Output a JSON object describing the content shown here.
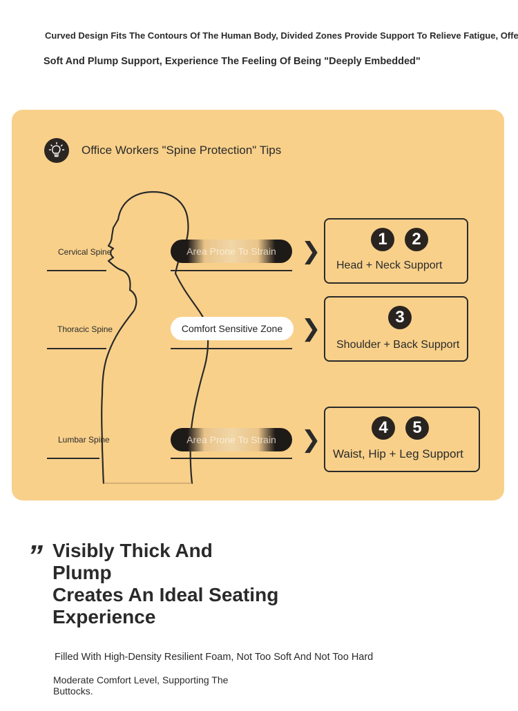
{
  "intro": {
    "line1": "Curved Design Fits The Contours Of The Human Body, Divided Zones Provide Support To Relieve Fatigue, Offering",
    "line2": "Soft And Plump Support, Experience The Feeling Of Being \"Deeply Embedded\""
  },
  "tips": {
    "icon": "lightbulb-icon",
    "title": "Office Workers \"Spine Protection\" Tips",
    "colors": {
      "panel": "#f8d08a",
      "ink": "#2a2a2a"
    },
    "zones": [
      {
        "label": "Cervical Spine",
        "tag": "Area Prone To Strain",
        "tag_style": "dark",
        "numbers": [
          "1",
          "2"
        ],
        "support": "Head + Neck Support"
      },
      {
        "label": "Thoracic Spine",
        "tag": "Comfort Sensitive Zone",
        "tag_style": "white",
        "numbers": [
          "3"
        ],
        "support": "Shoulder + Back Support"
      },
      {
        "label": "Lumbar Spine",
        "tag": "Area Prone To Strain",
        "tag_style": "dark",
        "numbers": [
          "4",
          "5"
        ],
        "support": "Waist, Hip + Leg Support"
      }
    ]
  },
  "feature": {
    "quote_mark": "”",
    "heading_lines": [
      "Visibly Thick And",
      "Plump",
      "Creates An Ideal Seating",
      "Experience"
    ],
    "body_line1": "Filled With High-Density Resilient Foam, Not Too Soft And Not Too Hard",
    "body_line2": "Moderate Comfort Level, Supporting The Buttocks."
  }
}
